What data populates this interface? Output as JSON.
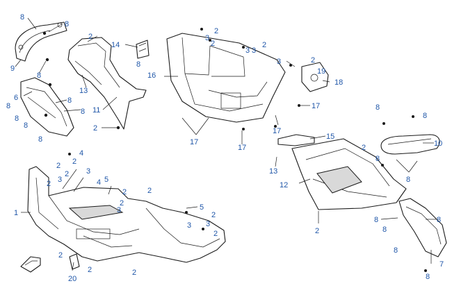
{
  "callouts": {
    "c1": "8",
    "c2": "8",
    "c3": "9",
    "c4": "8",
    "c5": "2",
    "c6": "14",
    "c7": "13",
    "c8": "8",
    "c9": "11",
    "c10": "2",
    "c11": "6",
    "c12": "8",
    "c13": "8",
    "c14": "8",
    "c15": "8",
    "c16": "8",
    "c17": "8",
    "c18": "2",
    "c19": "3",
    "c20": "2",
    "c21": "3",
    "c22": "2",
    "c23": "3",
    "c24": "16",
    "c25": "3",
    "c26": "2",
    "c27": "19",
    "c28": "18",
    "c29": "17",
    "c30": "17",
    "c31": "17",
    "c32": "17",
    "c33": "8",
    "c34": "8",
    "c35": "10",
    "c36": "8",
    "c37": "8",
    "c38": "15",
    "c39": "2",
    "c40": "13",
    "c41": "12",
    "c42": "2",
    "c43": "4",
    "c44": "2",
    "c45": "2",
    "c46": "3",
    "c47": "2",
    "c48": "2",
    "c49": "3",
    "c50": "4",
    "c51": "5",
    "c52": "2",
    "c53": "2",
    "c54": "2",
    "c55": "3",
    "c56": "1",
    "c57": "5",
    "c58": "2",
    "c59": "3",
    "c60": "3",
    "c61": "2",
    "c62": "2",
    "c63": "2",
    "c64": "2",
    "c65": "20",
    "c66": "8",
    "c67": "8",
    "c68": "8",
    "c69": "8",
    "c70": "7",
    "c71": "8"
  }
}
